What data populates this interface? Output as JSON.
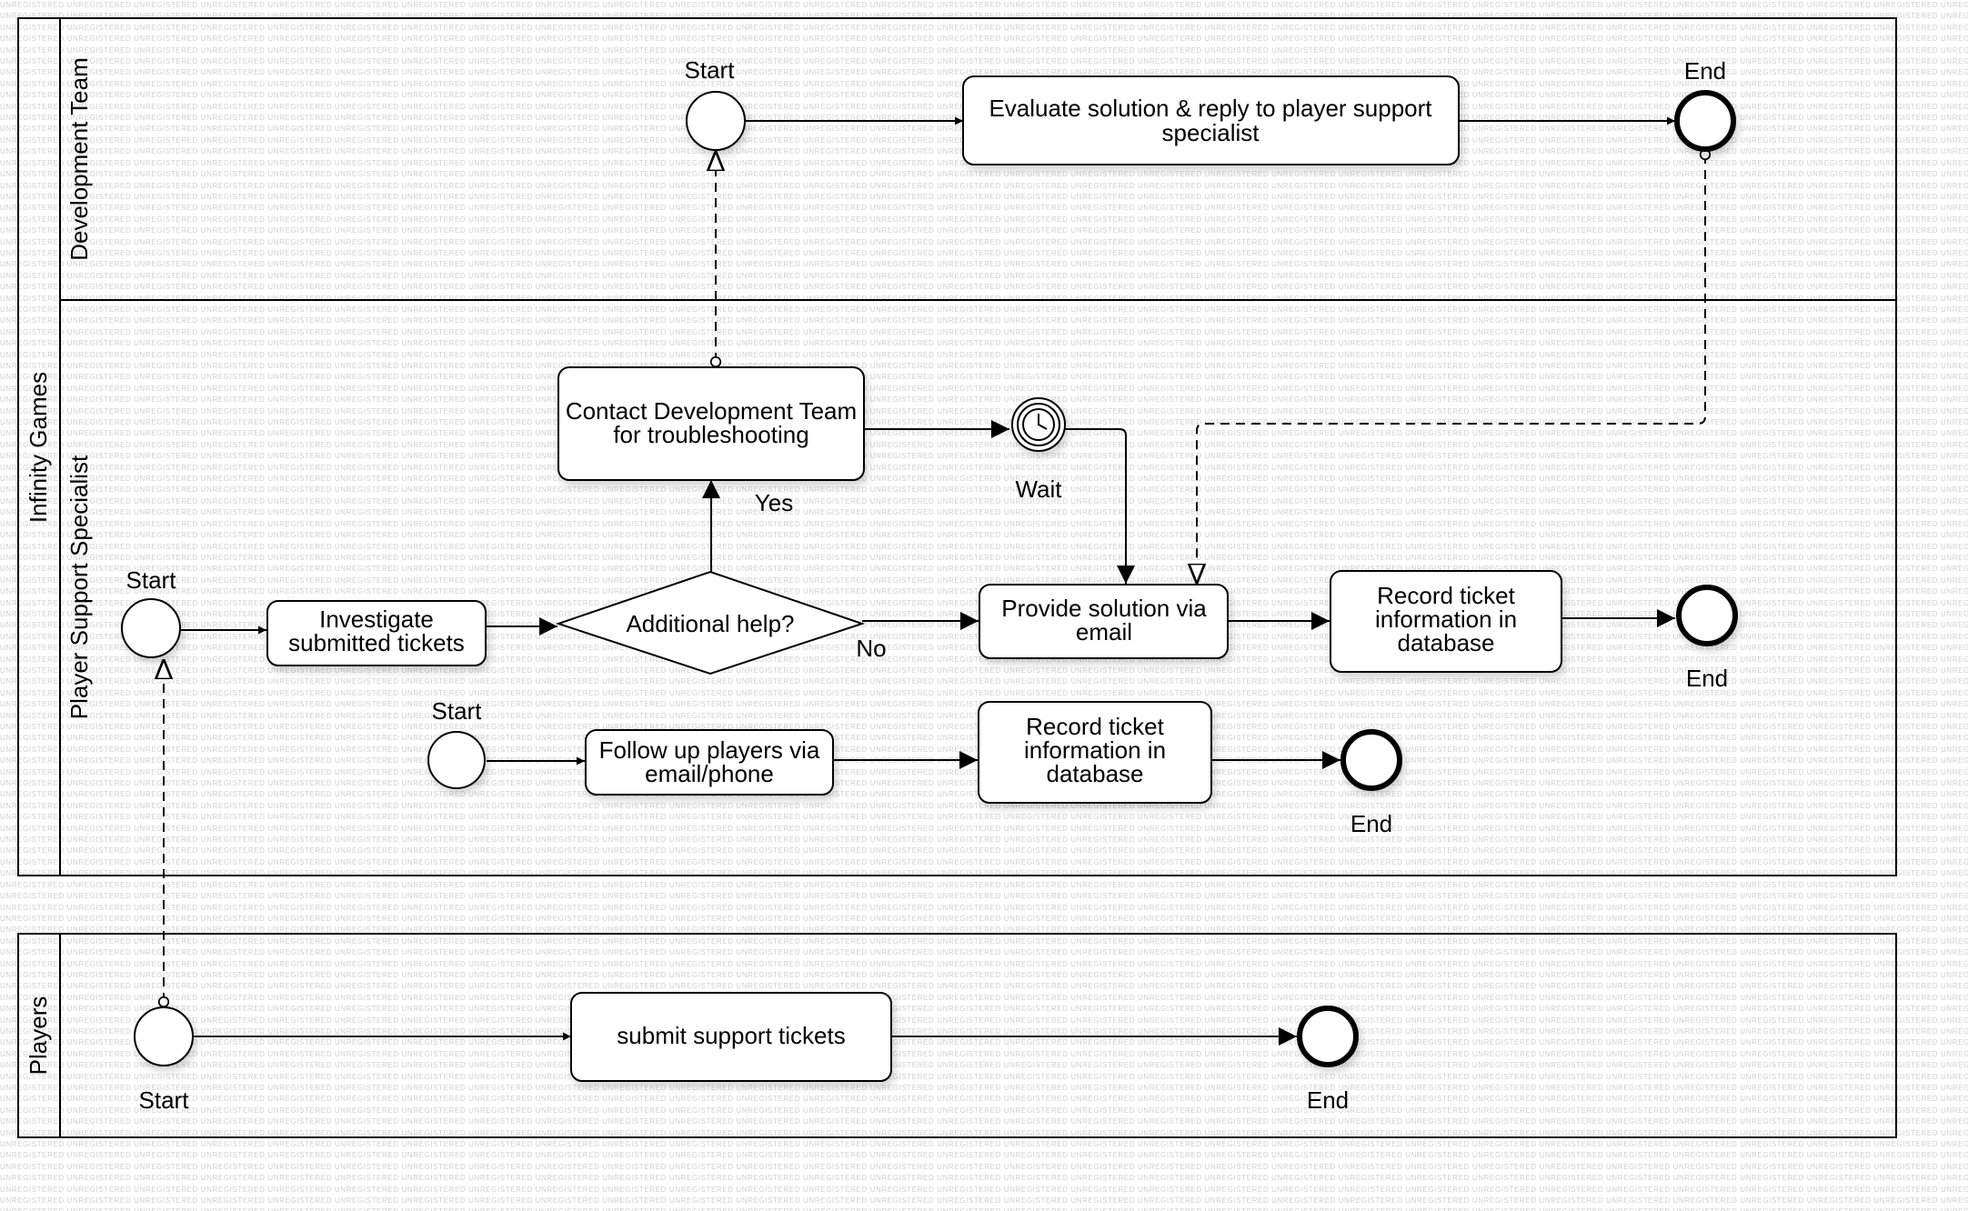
{
  "watermark": "UNREGISTERED",
  "pools": {
    "infinity_games": {
      "label": "Infinity Games"
    },
    "players_pool": {
      "label": "Players"
    }
  },
  "lanes": {
    "development_team": "Development Team",
    "player_support": "Player Support Specialist"
  },
  "tasks": {
    "evaluate": [
      "Evaluate solution & reply to player support",
      "specialist"
    ],
    "contact_dev": [
      "Contact Development Team",
      "for troubleshooting"
    ],
    "investigate": [
      "Investigate",
      "submitted tickets"
    ],
    "provide_solution": [
      "Provide solution via",
      "email"
    ],
    "record_ticket_1": [
      "Record ticket",
      "information in",
      "database"
    ],
    "follow_up": [
      "Follow up players via",
      "email/phone"
    ],
    "record_ticket_2": [
      "Record ticket",
      "information in",
      "database"
    ],
    "submit_tickets": [
      "submit support tickets"
    ]
  },
  "gateway": {
    "label": "Additional help?"
  },
  "labels": {
    "start_dev": "Start",
    "end_dev": "End",
    "start_ps": "Start",
    "start_follow": "Start",
    "end_ps_1": "End",
    "end_ps_2": "End",
    "start_players": "Start",
    "end_players": "End",
    "wait": "Wait",
    "yes": "Yes",
    "no": "No"
  }
}
